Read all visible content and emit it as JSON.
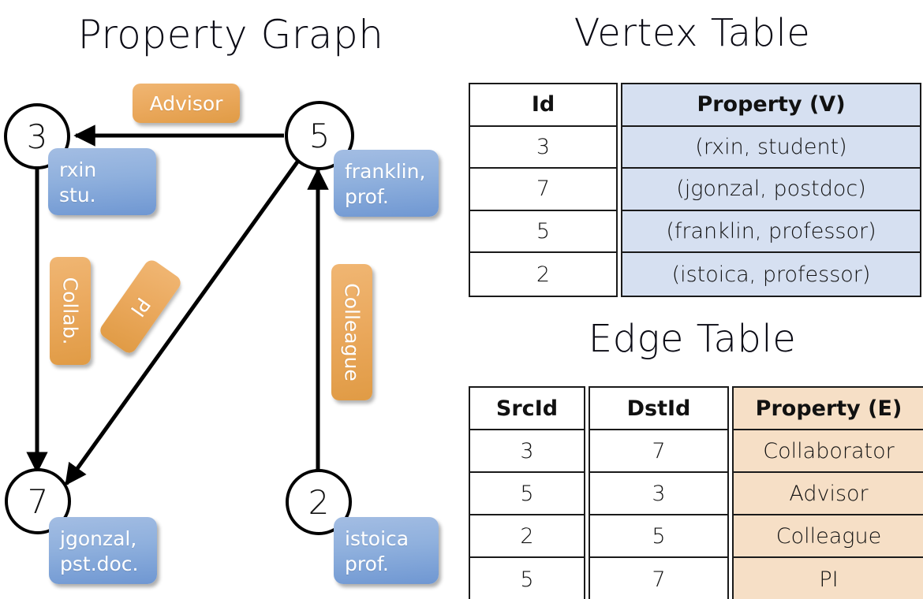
{
  "sections": {
    "property_graph_title": "Property Graph",
    "vertex_table_title": "Vertex Table",
    "edge_table_title": "Edge Table"
  },
  "graph": {
    "nodes": [
      {
        "id": "3",
        "label": "3"
      },
      {
        "id": "5",
        "label": "5"
      },
      {
        "id": "7",
        "label": "7"
      },
      {
        "id": "2",
        "label": "2"
      }
    ],
    "node_properties": [
      {
        "for": "3",
        "line1": "rxin",
        "line2": "stu."
      },
      {
        "for": "5",
        "line1": "franklin,",
        "line2": "prof."
      },
      {
        "for": "7",
        "line1": "jgonzal,",
        "line2": "pst.doc."
      },
      {
        "for": "2",
        "line1": "istoica",
        "line2": "prof."
      }
    ],
    "edge_labels": [
      {
        "name": "advisor",
        "text": "Advisor"
      },
      {
        "name": "collab",
        "text": "Collab."
      },
      {
        "name": "pi",
        "text": "PI"
      },
      {
        "name": "colleague",
        "text": "Colleague"
      }
    ]
  },
  "vertex_table": {
    "headers": [
      "Id",
      "Property (V)"
    ],
    "rows": [
      {
        "id": "3",
        "property": "(rxin, student)"
      },
      {
        "id": "7",
        "property": "(jgonzal, postdoc)"
      },
      {
        "id": "5",
        "property": "(franklin, professor)"
      },
      {
        "id": "2",
        "property": "(istoica, professor)"
      }
    ]
  },
  "edge_table": {
    "headers": [
      "SrcId",
      "DstId",
      "Property (E)"
    ],
    "rows": [
      {
        "src": "3",
        "dst": "7",
        "property": "Collaborator"
      },
      {
        "src": "5",
        "dst": "3",
        "property": "Advisor"
      },
      {
        "src": "2",
        "dst": "5",
        "property": "Colleague"
      },
      {
        "src": "5",
        "dst": "7",
        "property": "PI"
      }
    ]
  },
  "colors": {
    "node_fill": "#ffffff",
    "node_stroke": "#000000",
    "vertex_property_fill": "#d6e0f1",
    "edge_property_fill": "#f6dfc6",
    "blue_box": "#8fb0dd",
    "orange_box": "#eaa85c",
    "edge_stroke": "#000000"
  }
}
